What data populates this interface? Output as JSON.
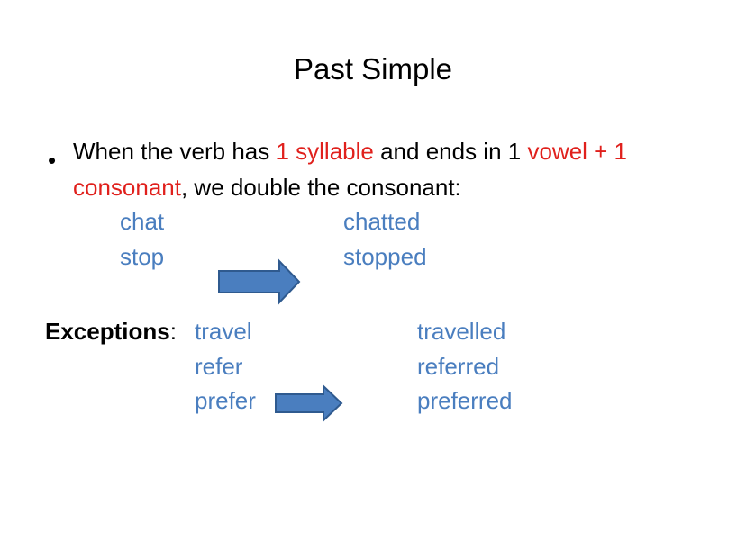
{
  "slide": {
    "title": "Past Simple",
    "bullet": {
      "part1": "When the verb has ",
      "highlight1": "1 syllable",
      "part2": " and ends in 1 ",
      "highlight2": "vowel + 1 consonant",
      "part3": ", we double the consonant:"
    },
    "examples": [
      {
        "base": "chat",
        "past": "chatted"
      },
      {
        "base": "stop",
        "past": "stopped"
      }
    ],
    "exceptions": {
      "label": "Exceptions",
      "colon": ":",
      "items": [
        {
          "base": "travel",
          "past": "travelled"
        },
        {
          "base": "refer",
          "past": "referred"
        },
        {
          "base": "prefer",
          "past": "preferred"
        }
      ]
    },
    "colors": {
      "highlight": "#e0201c",
      "example_text": "#4a7ebf",
      "arrow_fill": "#4a7ebf",
      "arrow_stroke": "#2f5a8f"
    },
    "icons": [
      "right-arrow-icon",
      "right-arrow-icon"
    ]
  }
}
